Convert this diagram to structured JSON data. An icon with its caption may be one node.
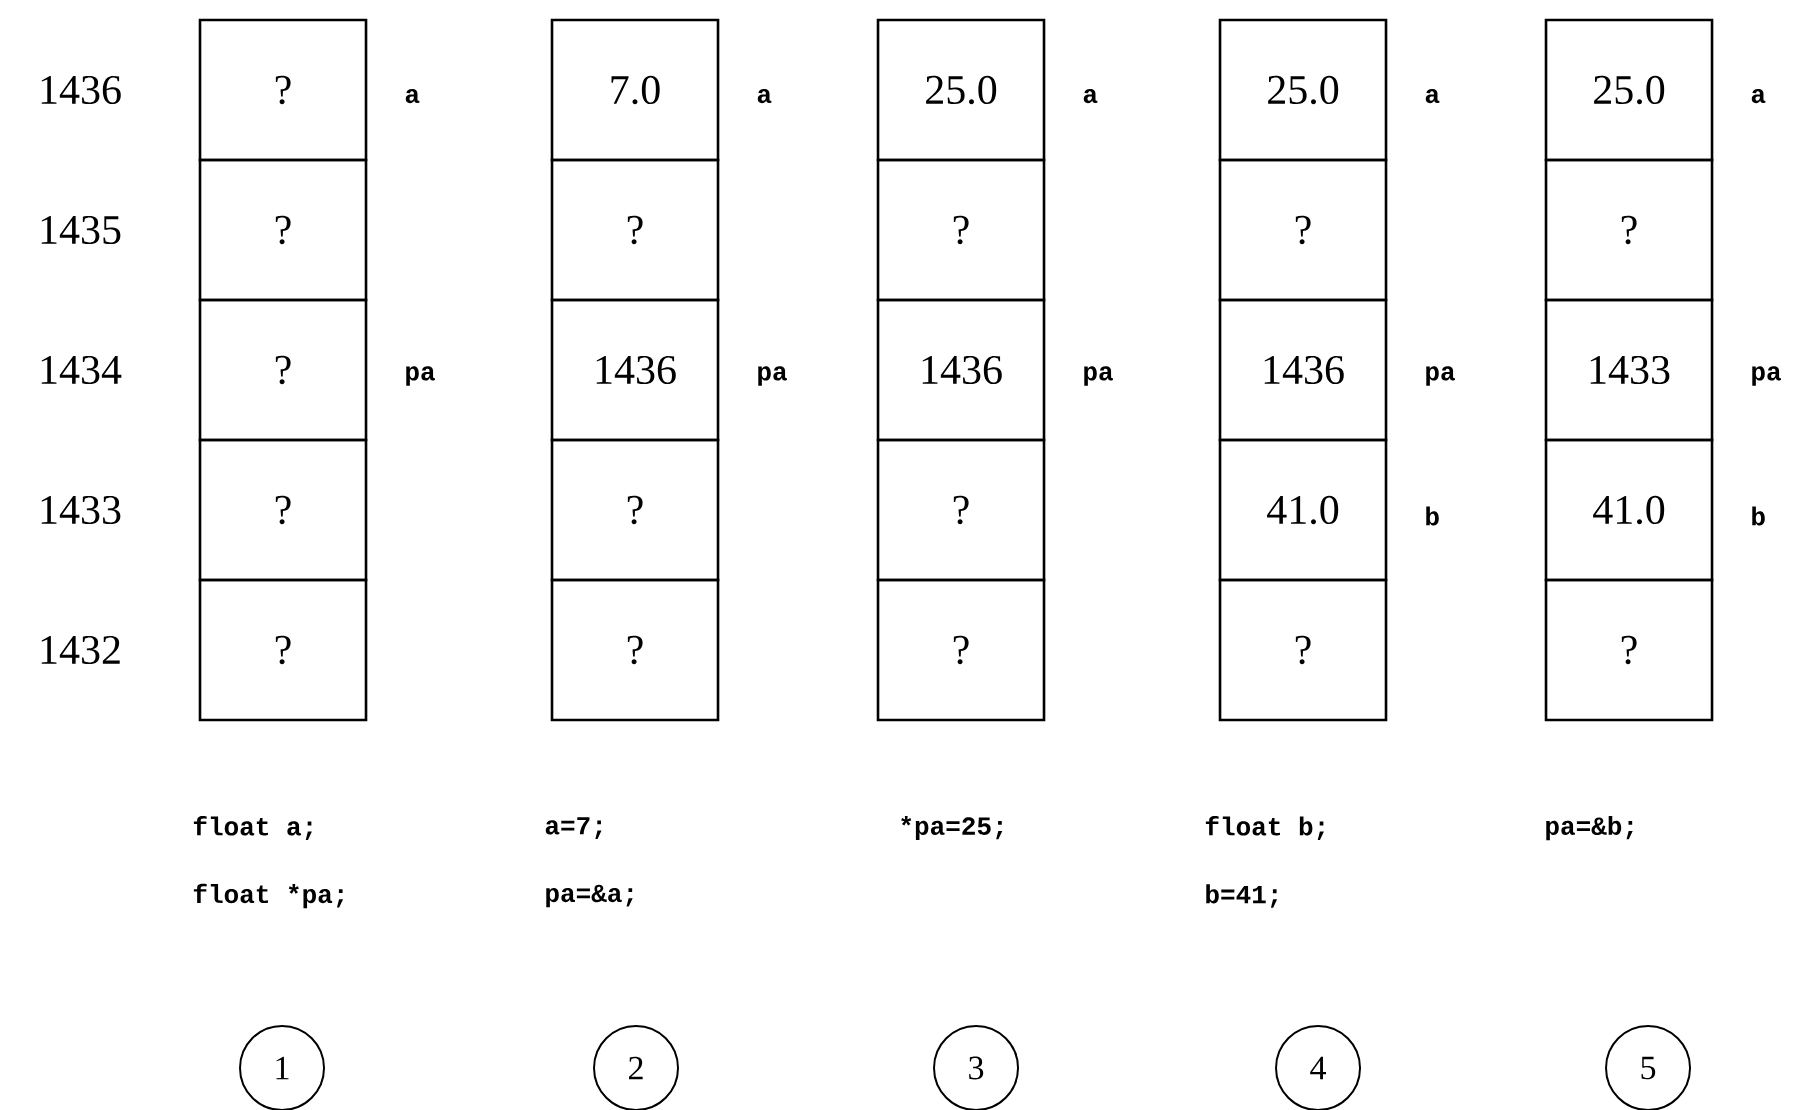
{
  "diagram": {
    "nodes": [
      {
        "text": [
          "?"
        ],
        "beside": [
          "a"
        ]
      },
      {
        "text": [
          "?"
        ]
      },
      {
        "text": [
          "?"
        ],
        "beside": [
          "pa"
        ]
      },
      {
        "text": [
          "?"
        ]
      },
      {
        "text": [
          "?"
        ]
      },
      {
        "text": [
          "7.0"
        ],
        "beside": [
          "a"
        ]
      },
      {
        "text": [
          "?"
        ]
      },
      {
        "text": [
          "1436"
        ],
        "beside": [
          "pa"
        ]
      },
      {
        "text": [
          "?"
        ]
      },
      {
        "text": [
          "?"
        ]
      },
      {
        "text": [
          "25.0"
        ],
        "beside": [
          "a"
        ]
      },
      {
        "text": [
          "?"
        ]
      },
      {
        "text": [
          "1436"
        ],
        "beside": [
          "pa"
        ]
      },
      {
        "text": [
          "?"
        ]
      },
      {
        "text": [
          "?"
        ]
      },
      {
        "text": [
          "25.0"
        ],
        "beside": [
          "a"
        ]
      },
      {
        "text": [
          "?"
        ]
      },
      {
        "text": [
          "1436"
        ],
        "beside": [
          "pa"
        ]
      },
      {
        "text": [
          "41.0"
        ],
        "beside": [
          "b"
        ]
      },
      {
        "text": [
          "?"
        ]
      },
      {
        "text": [
          "25.0"
        ],
        "beside": [
          "a"
        ]
      },
      {
        "text": [
          "?"
        ]
      },
      {
        "text": [
          "1433"
        ],
        "beside": [
          "pa"
        ]
      },
      {
        "text": [
          "41.0"
        ],
        "beside": [
          "b"
        ]
      },
      {
        "text": [
          "?"
        ]
      },
      {
        "text": [
          "1"
        ]
      },
      {
        "text": [
          "2"
        ]
      },
      {
        "text": [
          "3"
        ]
      },
      {
        "text": [
          "4"
        ]
      },
      {
        "text": [
          "5"
        ]
      }
    ],
    "labels": [
      "1436",
      "1435",
      "1434",
      "1433",
      "1432",
      "float a;",
      "a=7;",
      "*pa=25;",
      "float b;",
      "pa=&b;",
      "float *pa;",
      "pa=&a;",
      "b=41;"
    ]
  }
}
